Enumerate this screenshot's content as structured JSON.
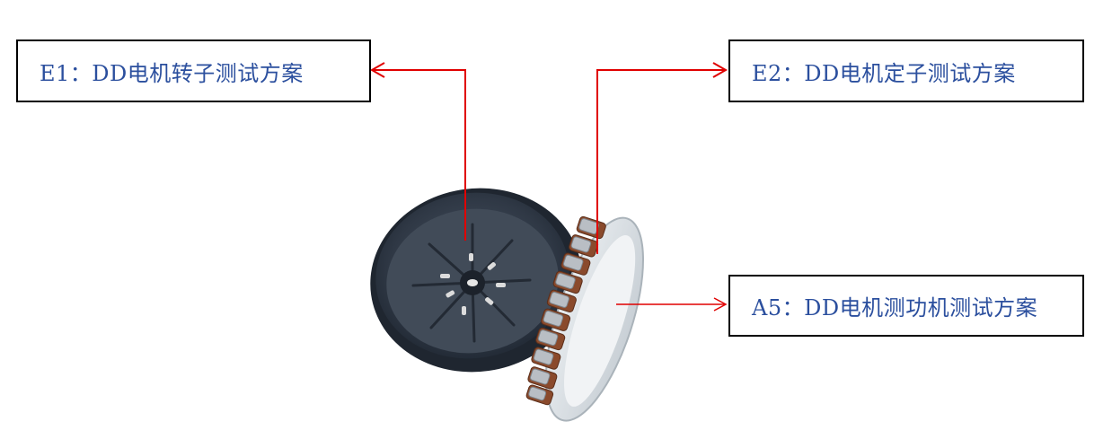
{
  "labels": {
    "rotor": "E1：DD电机转子测试方案",
    "stator": "E2：DD电机定子测试方案",
    "dyno": "A5：DD电机测功机测试方案"
  },
  "colors": {
    "arrow": "#e00000",
    "text": "#2b4f9e",
    "box_border": "#000000"
  },
  "image": {
    "subject": "DD motor rotor and stator"
  }
}
